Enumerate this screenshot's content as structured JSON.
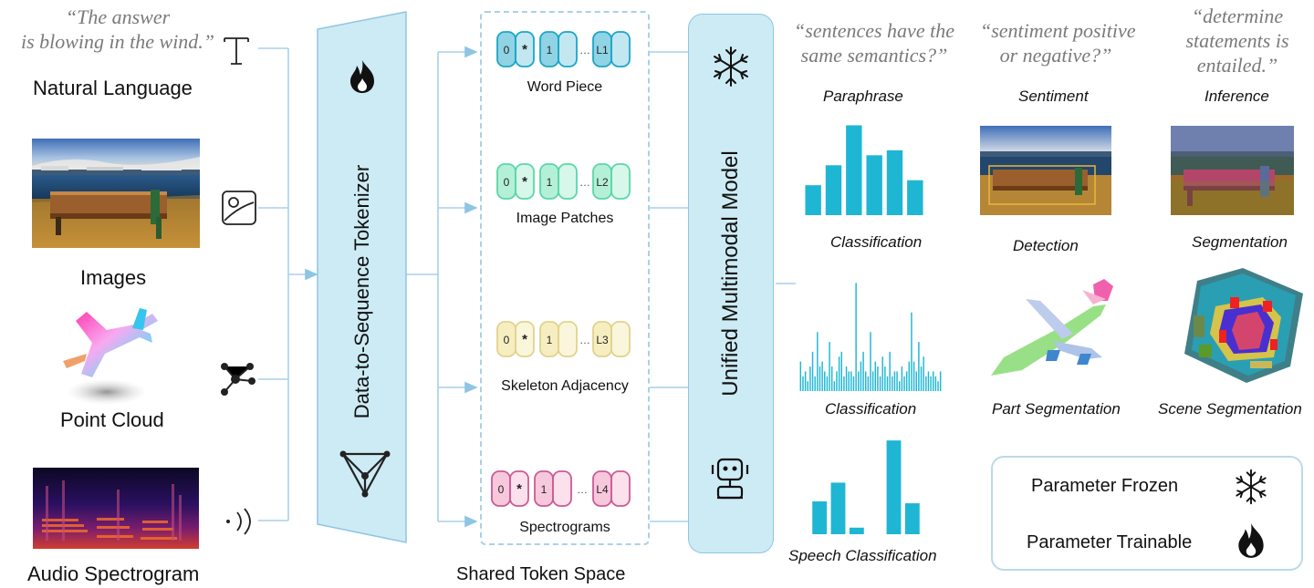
{
  "inputs": {
    "quote": [
      "“The answer",
      "is blowing in the wind.”"
    ],
    "natural_language": "Natural Language",
    "images": "Images",
    "point_cloud": "Point Cloud",
    "audio": "Audio Spectrogram"
  },
  "tokenizer": {
    "label": "Data-to-Sequence Tokenizer"
  },
  "token_space": {
    "title": "Shared Token Space",
    "rows": [
      {
        "label": "Word Piece",
        "tokens": [
          "0",
          "*",
          "1",
          "…",
          "L1"
        ],
        "fill": "#8fd3e4",
        "stroke": "#1aa6c6"
      },
      {
        "label": "Image Patches",
        "tokens": [
          "0",
          "*",
          "1",
          "…",
          "L2"
        ],
        "fill": "#b4f0d7",
        "stroke": "#5ad6a8"
      },
      {
        "label": "Skeleton Adjacency",
        "tokens": [
          "0",
          "*",
          "1",
          "…",
          "L3"
        ],
        "fill": "#f6eec0",
        "stroke": "#e1d38c"
      },
      {
        "label": "Spectrograms",
        "tokens": [
          "0",
          "*",
          "1",
          "…",
          "L4"
        ],
        "fill": "#f7c8dc",
        "stroke": "#cc5a95"
      }
    ]
  },
  "model": {
    "label": "Unified Multimodal Model"
  },
  "tasks": {
    "q1": [
      "“sentences have the",
      "same semantics?”"
    ],
    "q2": [
      "“sentiment positive",
      "or negative?”"
    ],
    "q3": [
      "“determine",
      "statements is",
      "entailed.”"
    ],
    "paraphrase": "Paraphrase",
    "sentiment": "Sentiment",
    "inference": "Inference",
    "classification1": "Classification",
    "detection": "Detection",
    "segmentation": "Segmentation",
    "classification2": "Classification",
    "part_segmentation": "Part Segmentation",
    "scene_segmentation": "Scene Segmentation",
    "speech_classification": "Speech Classification"
  },
  "legend": {
    "frozen": "Parameter Frozen",
    "trainable": "Parameter Trainable"
  },
  "colors": {
    "accent": "#1fb6d4",
    "panel": "#cdebf4",
    "line": "#8ec5e3"
  },
  "chart_data": [
    {
      "type": "bar",
      "values": [
        3,
        5,
        9,
        6,
        6.5,
        3.5
      ],
      "ylim": [
        0,
        9.5
      ]
    },
    {
      "type": "bar",
      "values": [
        3,
        1.5,
        2,
        1,
        2.5,
        4,
        1.5,
        6,
        2.5,
        3,
        2,
        1.5,
        5,
        2.5,
        1,
        2,
        3.5,
        4,
        1.5,
        2.5,
        2,
        2,
        1.5,
        11,
        2,
        3,
        4,
        2,
        1.5,
        6,
        2,
        3,
        2.5,
        1.5,
        3.5,
        2.5,
        1.5,
        4,
        1.5,
        2,
        2,
        1,
        2.5,
        1.5,
        2,
        3,
        8,
        3,
        2,
        5,
        2.5,
        3.5,
        1.5,
        2,
        1.5,
        2,
        1.5,
        1,
        2
      ],
      "ylim": [
        0,
        11.5
      ]
    },
    {
      "type": "bar",
      "values": [
        3.5,
        5.5,
        0.7,
        0,
        10,
        3.3
      ],
      "ylim": [
        0,
        10.5
      ]
    }
  ]
}
